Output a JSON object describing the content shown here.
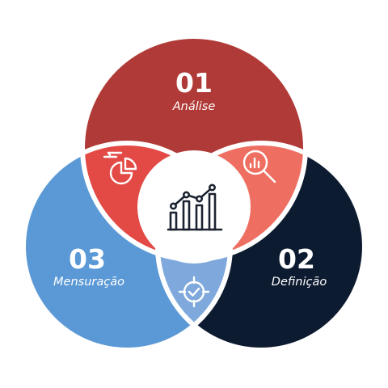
{
  "colors": {
    "circle_top": "#b03a37",
    "circle_right": "#0d1b30",
    "circle_left": "#5b99d6",
    "lens_top_left": "#e34a46",
    "lens_top_right": "#ee6f62",
    "lens_bottom": "#7fa9dc",
    "center": "#ffffff",
    "separator": "#ffffff"
  },
  "steps": {
    "top": {
      "number": "01",
      "label": "Análise"
    },
    "right": {
      "number": "02",
      "label": "Definição"
    },
    "left": {
      "number": "03",
      "label": "Mensuração"
    }
  },
  "icons": {
    "top_left_lens": "pie-chart-icon",
    "top_right_lens": "magnifier-chart-icon",
    "bottom_lens": "target-check-icon",
    "center": "bar-line-chart-icon"
  }
}
